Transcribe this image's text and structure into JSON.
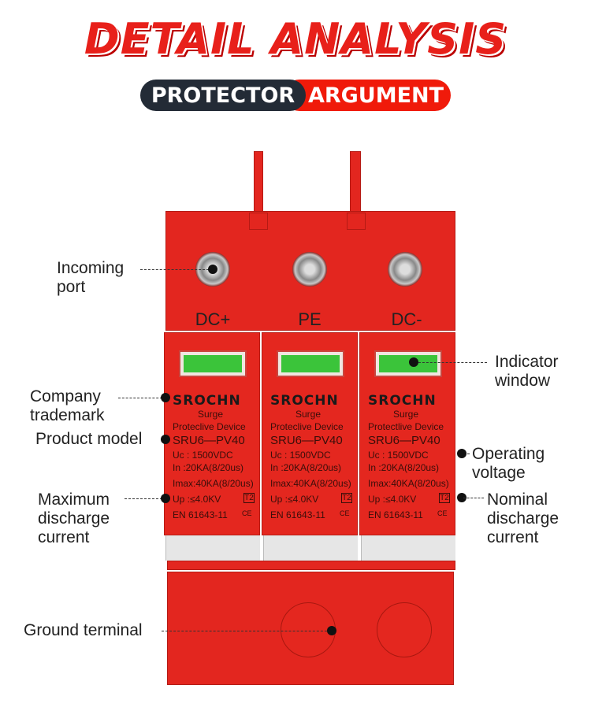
{
  "header": {
    "title": "DETAIL ANALYSIS",
    "pill_left": "PROTECTOR",
    "pill_right": "ARGUMENT"
  },
  "terminals": [
    "DC+",
    "PE",
    "DC-"
  ],
  "modules": [
    {
      "brand": "SROCHN",
      "line1": "Surge",
      "line2": "Proteclive Device",
      "model": "SRU6—PV40",
      "uc": "Uc  :  1500VDC",
      "in": "In   :20KA(8/20us)",
      "imax": "Imax:40KA(8/20us)",
      "up": "Up  :≤4.0KV",
      "class": "T2",
      "std": "EN 61643-11",
      "ce": "CE"
    },
    {
      "brand": "SROCHN",
      "line1": "Surge",
      "line2": "Proteclive Device",
      "model": "SRU6—PV40",
      "uc": "Uc  :  1500VDC",
      "in": "In   :20KA(8/20us)",
      "imax": "Imax:40KA(8/20us)",
      "up": "Up  :≤4.0KV",
      "class": "T2",
      "std": "EN 61643-11",
      "ce": "CE"
    },
    {
      "brand": "SROCHN",
      "line1": "Surge",
      "line2": "Protectlive Device",
      "model": "SRU6—PV40",
      "uc": "Uc  :  1500VDC",
      "in": "In   :20KA(8/20us)",
      "imax": "Imax:40KA(8/20us)",
      "up": "Up  :≤4.0KV",
      "class": "T2",
      "std": "EN 61643-11",
      "ce": "CE"
    }
  ],
  "callouts": {
    "incoming": "Incoming\nport",
    "indicator": "Indicator\nwindow",
    "trademark": "Company\ntrademark",
    "model": "Product model",
    "voltage": "Operating\nvoltage",
    "max_current": "Maximum\ndischarge\ncurrent",
    "nominal": "Nominal\ndischarge\ncurrent",
    "ground": "Ground terminal"
  },
  "colors": {
    "accent": "#e3261f",
    "dark": "#232b36",
    "indicator": "#3bc43a"
  }
}
